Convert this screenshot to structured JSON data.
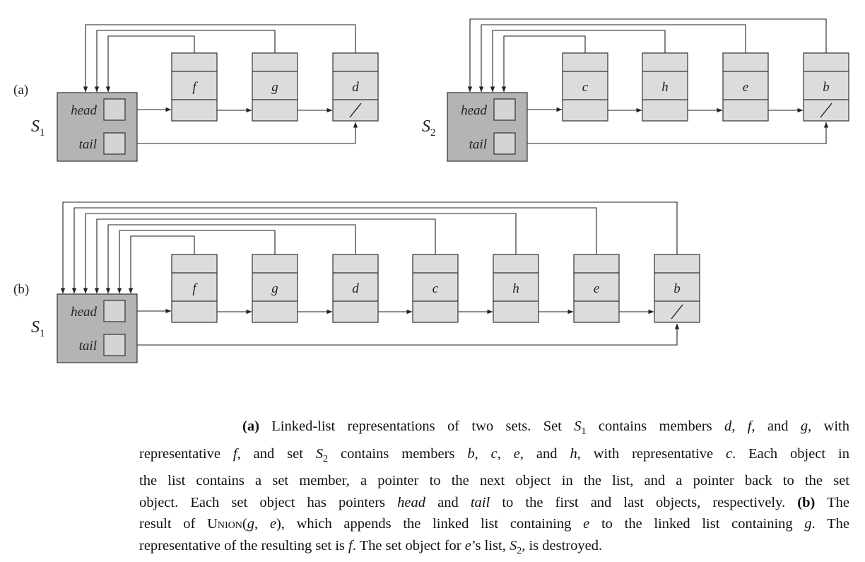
{
  "figure": {
    "panel_a_label": "(a)",
    "panel_b_label": "(b)",
    "head_label": "head",
    "tail_label": "tail",
    "sets": {
      "a_left": {
        "name": "S",
        "subscript": "1",
        "members": [
          "f",
          "g",
          "d"
        ]
      },
      "a_right": {
        "name": "S",
        "subscript": "2",
        "members": [
          "c",
          "h",
          "e",
          "b"
        ]
      },
      "b": {
        "name": "S",
        "subscript": "1",
        "members": [
          "f",
          "g",
          "d",
          "c",
          "h",
          "e",
          "b"
        ]
      }
    }
  },
  "caption": {
    "a_tag": "(a)",
    "b_tag": "(b)",
    "lines": [
      "Linked-list representations of two sets. Set S₁ contains members d, f, and g, with",
      "representative f, and set S₂ contains members b, c, e, and h, with representative c. Each object in",
      "the list contains a set member, a pointer to the next object in the list, and a pointer back to the set",
      "object. Each set object has pointers head and tail to the first and last objects, respectively.",
      "result of UNION(g, e), which appends the linked list containing e to the linked list containing g. The",
      "representative of the resulting set is f. The set object for e’s list, S₂, is destroyed."
    ],
    "b_line_suffix": "The"
  }
}
